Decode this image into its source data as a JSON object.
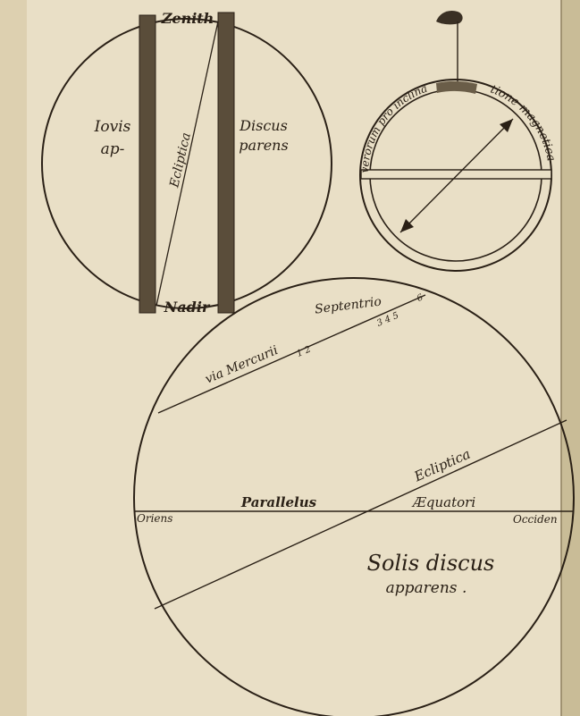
{
  "jupiter_figure": {
    "top_label": "Zenith",
    "bottom_label": "Nadir",
    "left_label_line1": "Iovis",
    "left_label_line2": "ap-",
    "right_label_line1": "Discus",
    "right_label_line2": "parens",
    "diagonal_label": "Ecliptica"
  },
  "compass_figure": {
    "left_arc_text": "verorum pro inclina",
    "right_arc_text": "tione magnetica"
  },
  "sun_figure": {
    "top_label": "Septentrio",
    "path_label": "via Mercurii",
    "path_numbers_a": "1 2",
    "path_numbers_b": "3 4 5",
    "path_number_end": "6",
    "ecliptic_label": "Ecliptica",
    "parallel_label_1": "Parallelus",
    "parallel_label_2": "Æquatori",
    "east_label": "Oriens",
    "west_label": "Occiden",
    "title_line1": "Solis discus",
    "title_line2": "apparens ."
  },
  "colors": {
    "paper": "#e9dfc6",
    "ink": "#2a2016",
    "page_edge": "#c9bc97"
  }
}
